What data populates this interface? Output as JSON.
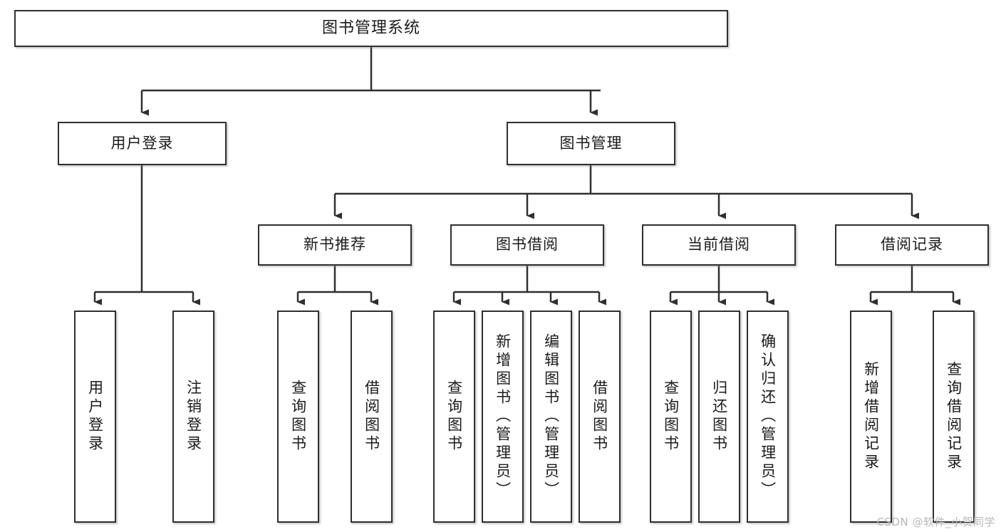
{
  "diagram": {
    "title": "图书管理系统",
    "type": "tree-hierarchy-chart",
    "watermark": "CSDN @软件_小贺同学",
    "colors": {
      "box_border": "#2f2f2f",
      "box_fill": "#ffffff",
      "edge": "#2f2f2f",
      "text": "#1a1a1a",
      "watermark": "#b8b8b8",
      "background": "#ffffff"
    },
    "nodes": {
      "root": {
        "label": "图书管理系统"
      },
      "level2": [
        {
          "label": "用户登录"
        },
        {
          "label": "图书管理"
        }
      ],
      "level3": [
        {
          "label": "新书推荐"
        },
        {
          "label": "图书借阅"
        },
        {
          "label": "当前借阅"
        },
        {
          "label": "借阅记录"
        }
      ],
      "leaves_user_login": [
        {
          "label": "用户登录"
        },
        {
          "label": "注销登录"
        }
      ],
      "leaves_new_book": [
        {
          "label": "查询图书"
        },
        {
          "label": "借阅图书"
        }
      ],
      "leaves_borrow": [
        {
          "label": "查询图书"
        },
        {
          "label": "新增图书（管理员）"
        },
        {
          "label": "编辑图书（管理员）"
        },
        {
          "label": "借阅图书"
        }
      ],
      "leaves_current": [
        {
          "label": "查询图书"
        },
        {
          "label": "归还图书"
        },
        {
          "label": "确认归还（管理员）"
        }
      ],
      "leaves_record": [
        {
          "label": "新增借阅记录"
        },
        {
          "label": "查询借阅记录"
        }
      ]
    }
  }
}
